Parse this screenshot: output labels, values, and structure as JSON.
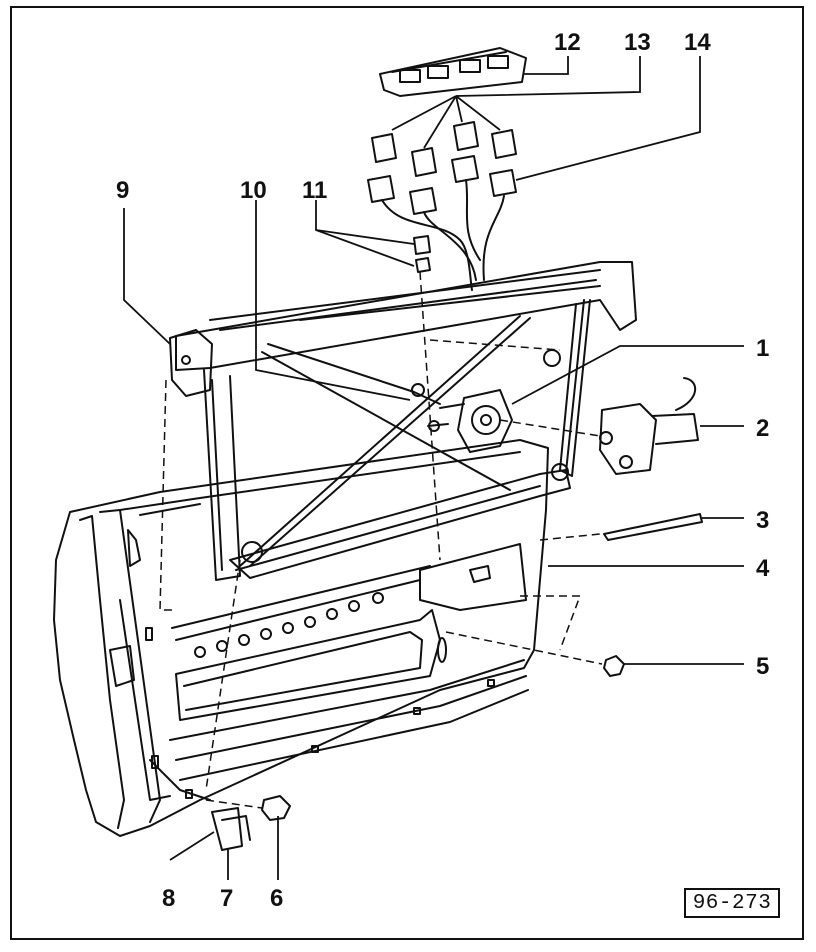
{
  "callouts": [
    {
      "id": "1",
      "label": "1"
    },
    {
      "id": "2",
      "label": "2"
    },
    {
      "id": "3",
      "label": "3"
    },
    {
      "id": "4",
      "label": "4"
    },
    {
      "id": "5",
      "label": "5"
    },
    {
      "id": "6",
      "label": "6"
    },
    {
      "id": "7",
      "label": "7"
    },
    {
      "id": "8",
      "label": "8"
    },
    {
      "id": "9",
      "label": "9"
    },
    {
      "id": "10",
      "label": "10"
    },
    {
      "id": "11",
      "label": "11"
    },
    {
      "id": "12",
      "label": "12"
    },
    {
      "id": "13",
      "label": "13"
    },
    {
      "id": "14",
      "label": "14"
    }
  ],
  "reference_code": "96-273"
}
